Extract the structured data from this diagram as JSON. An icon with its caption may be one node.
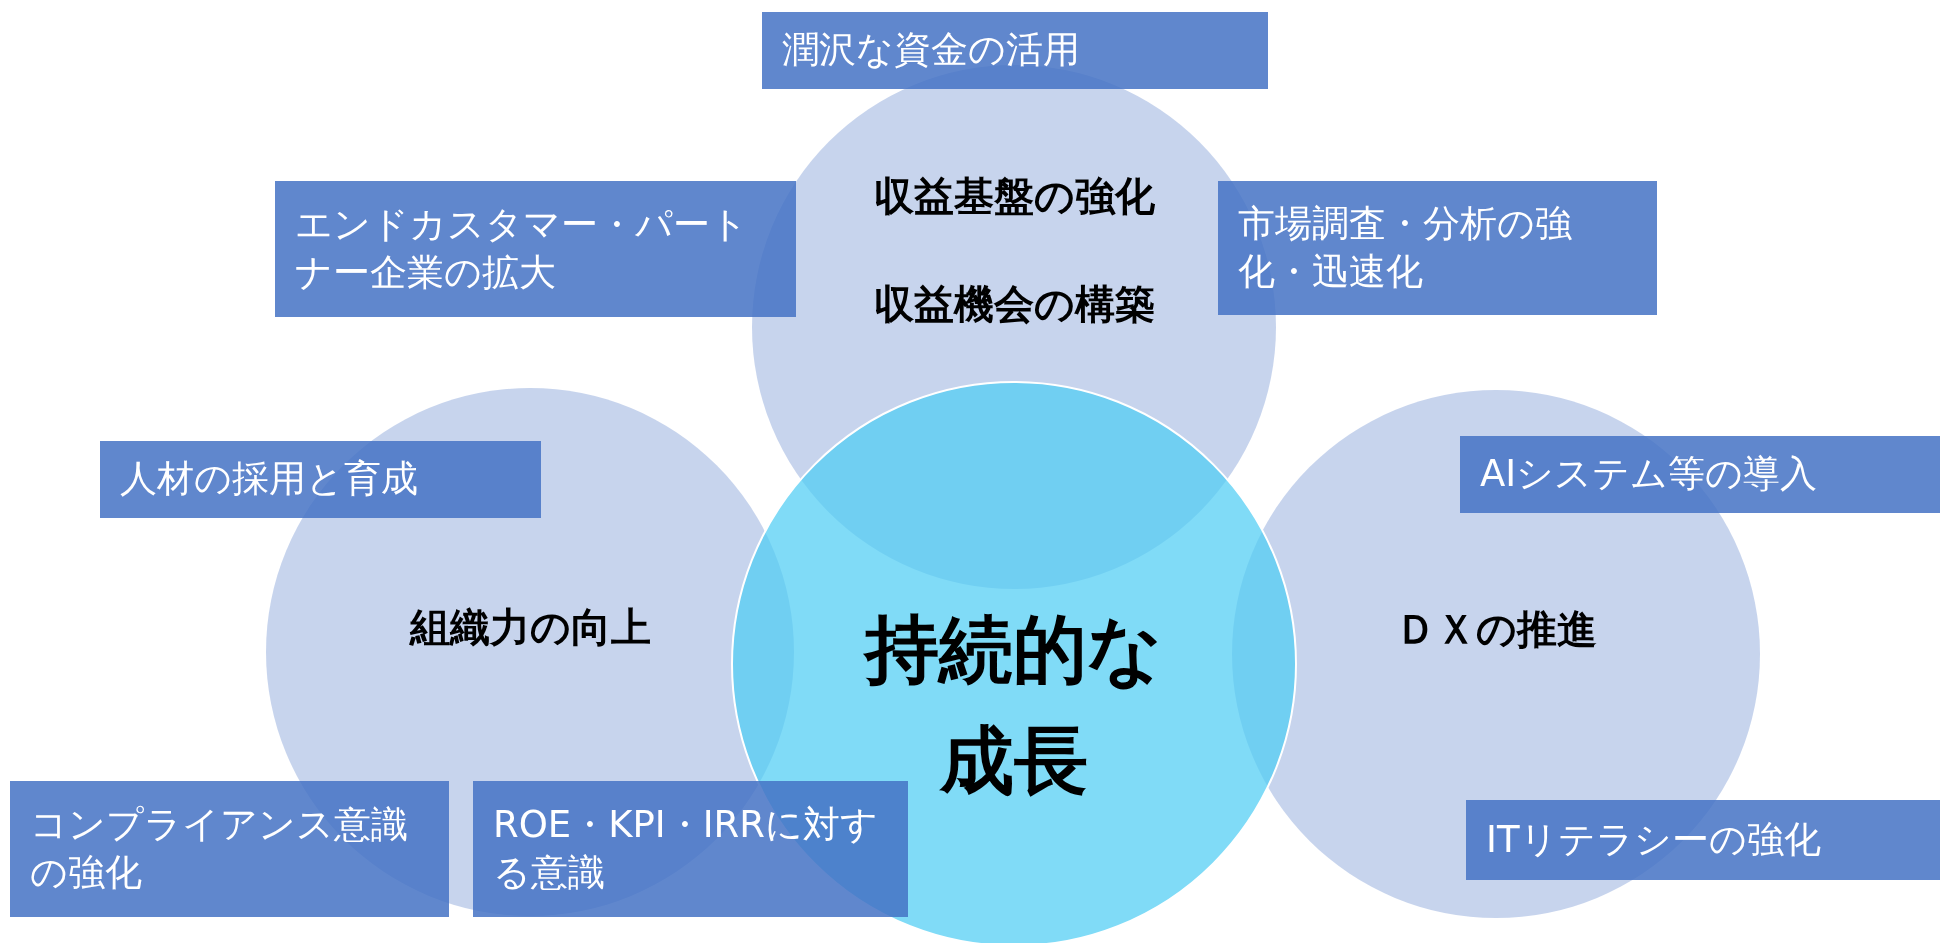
{
  "diagram": {
    "nodes": [
      {
        "text": [
          "収益基盤の強化",
          "収益機会の構築"
        ]
      },
      {
        "text": [
          "潤沢な資金の活用"
        ]
      },
      {
        "text": [
          "エンドカスタマー・パートナー企業の拡大"
        ]
      },
      {
        "text": [
          "市場調査・分析の強化・迅速化"
        ]
      },
      {
        "text": [
          "組織力の向上"
        ]
      },
      {
        "text": [
          "持続的な成長"
        ]
      },
      {
        "text": [
          "ＤＸの推進"
        ]
      },
      {
        "text": [
          "人材の採用と育成"
        ]
      },
      {
        "text": [
          "AIシステム等の導入"
        ]
      },
      {
        "text": [
          "コンプライアンス意識の強化"
        ]
      },
      {
        "text": [
          "ROE・KPI・IRRに対する意識"
        ]
      },
      {
        "text": [
          "ITリテラシーの強化"
        ]
      }
    ]
  }
}
